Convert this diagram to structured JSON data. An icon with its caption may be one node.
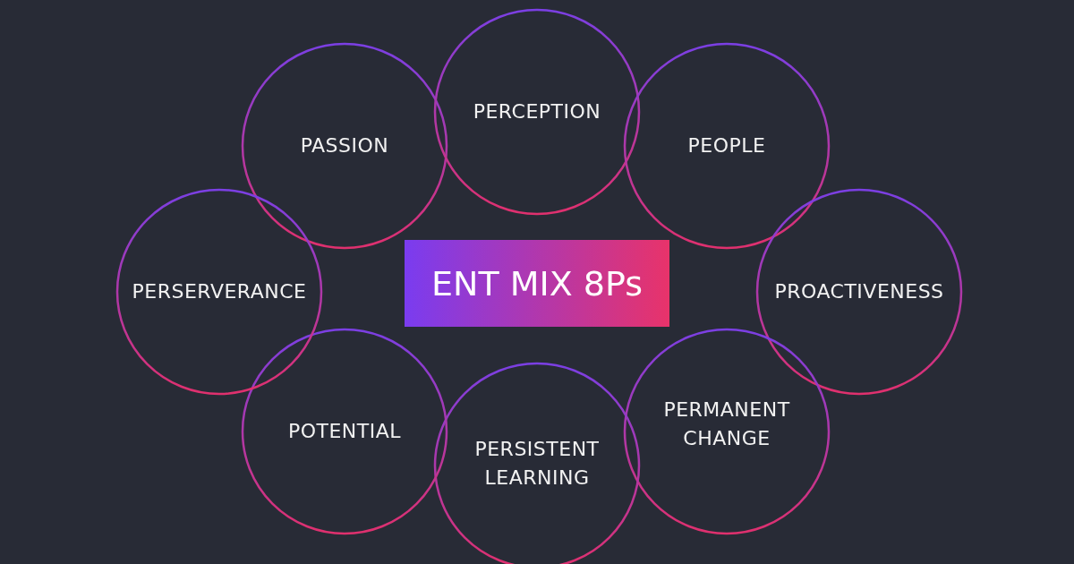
{
  "diagram": {
    "nodes": [
      {
        "text": [
          "ENT MIX 8Ps"
        ]
      },
      {
        "text": [
          "PASSION"
        ]
      },
      {
        "text": [
          "PERCEPTION"
        ]
      },
      {
        "text": [
          "PEOPLE"
        ]
      },
      {
        "text": [
          "PROACTIVENESS"
        ]
      },
      {
        "text": [
          "PERMANENT CHANGE"
        ]
      },
      {
        "text": [
          "PERSISTENT LEARNING"
        ]
      },
      {
        "text": [
          "POTENTIAL"
        ]
      },
      {
        "text": [
          "PERSERVERANCE"
        ]
      }
    ]
  }
}
